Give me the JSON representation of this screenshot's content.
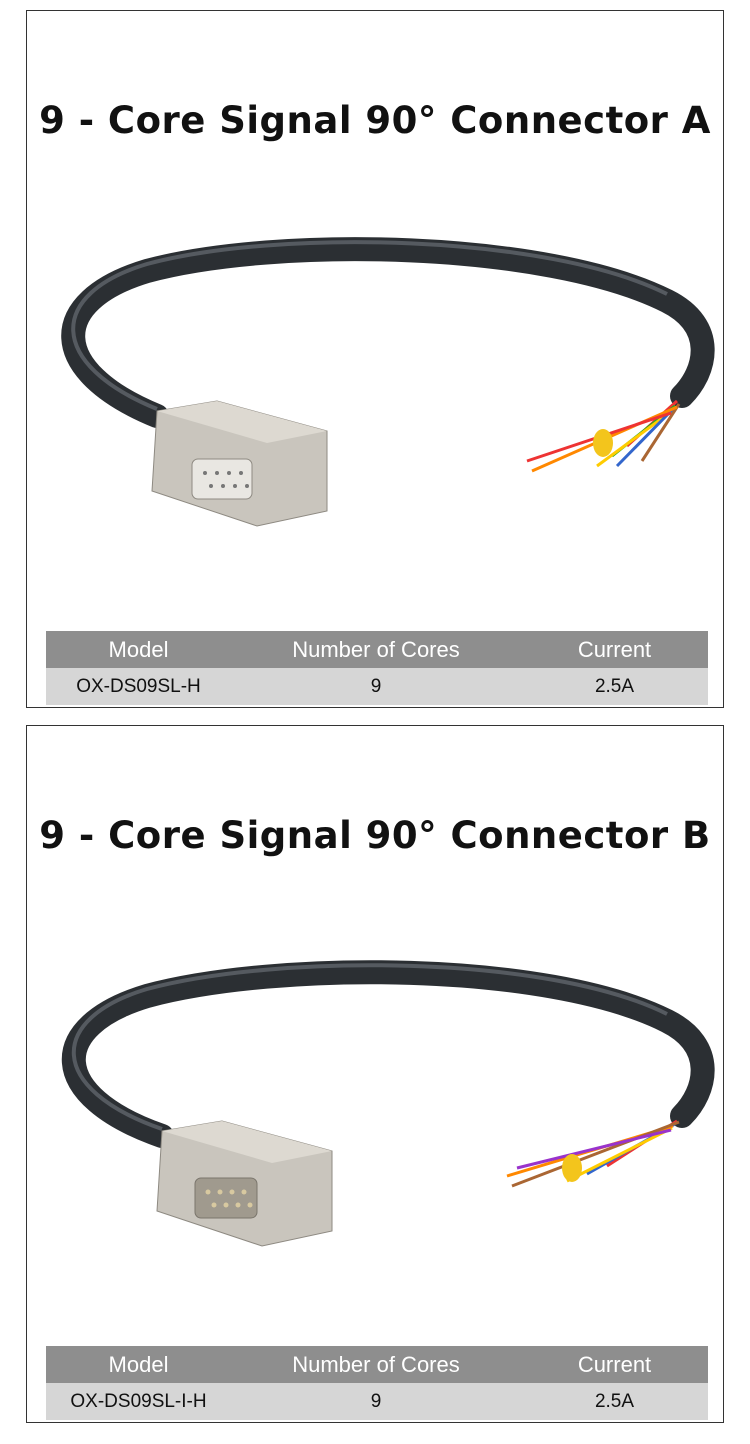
{
  "panels": [
    {
      "title": "9 - Core Signal 90° Connector A",
      "headers": [
        "Model",
        "Number of Cores",
        "Current"
      ],
      "row": [
        "OX-DS09SL-H",
        "9",
        "2.5A"
      ],
      "connector": "female"
    },
    {
      "title": "9 - Core Signal 90° Connector B",
      "headers": [
        "Model",
        "Number of Cores",
        "Current"
      ],
      "row": [
        "OX-DS09SL-I-H",
        "9",
        "2.5A"
      ],
      "connector": "male"
    }
  ],
  "colors": {
    "header_bg": "#8e8e8e",
    "row_bg": "#d6d6d6",
    "cable": "#2b2f33",
    "metal": "#c9c5bd"
  }
}
